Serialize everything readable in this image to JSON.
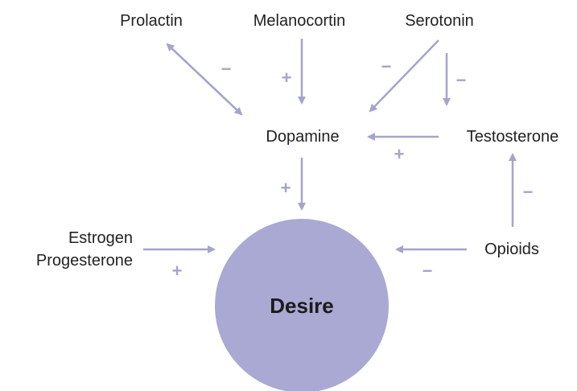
{
  "nodes": {
    "prolactin": "Prolactin",
    "melanocortin": "Melanocortin",
    "serotonin": "Serotonin",
    "dopamine": "Dopamine",
    "testosterone": "Testosterone",
    "estrogen": "Estrogen",
    "progesterone": "Progesterone",
    "opioids": "Opioids",
    "desire": "Desire"
  },
  "signs": {
    "prolactin_dopamine": "−",
    "melanocortin_dopamine": "+",
    "serotonin_dopamine": "−",
    "serotonin_testosterone": "−",
    "testosterone_dopamine": "+",
    "dopamine_desire": "+",
    "estrogen_desire": "+",
    "opioids_desire": "−",
    "opioids_testosterone": "−"
  },
  "colors": {
    "arrow": "#a3a5cc",
    "circle": "#a9a9d3",
    "text": "#222222"
  }
}
